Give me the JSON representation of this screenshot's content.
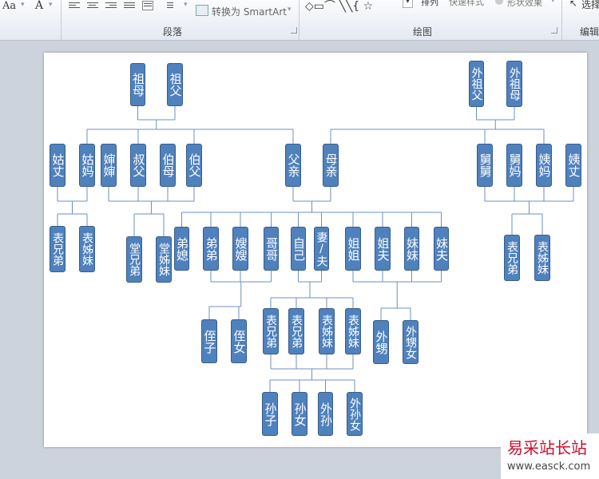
{
  "ribbon": {
    "font_size_label": "Aa",
    "font_color_label": "A",
    "convert_smartart_label": "转换为 SmartArt",
    "arrange_label": "排列",
    "quick_styles_label": "快速样式",
    "shape_effects_label": "形状效果",
    "select_label": "选择",
    "paragraph_group": "段落",
    "drawing_group": "绘图",
    "editing_group": "编辑"
  },
  "chart": {
    "boxes": [
      {
        "id": "zumu",
        "label": "祖母"
      },
      {
        "id": "zufu",
        "label": "祖父"
      },
      {
        "id": "waizufu",
        "label": "外祖父"
      },
      {
        "id": "waizumu",
        "label": "外祖母"
      },
      {
        "id": "guzhang",
        "label": "姑丈"
      },
      {
        "id": "gumu",
        "label": "姑妈"
      },
      {
        "id": "shenshen",
        "label": "婶婶"
      },
      {
        "id": "shufu",
        "label": "叔父"
      },
      {
        "id": "bomu",
        "label": "伯母"
      },
      {
        "id": "bofu",
        "label": "伯父"
      },
      {
        "id": "fuqin",
        "label": "父亲"
      },
      {
        "id": "muqin",
        "label": "母亲"
      },
      {
        "id": "jiujiu",
        "label": "舅舅"
      },
      {
        "id": "jiuma",
        "label": "舅妈"
      },
      {
        "id": "yima",
        "label": "姨妈"
      },
      {
        "id": "yizhang",
        "label": "姨丈"
      },
      {
        "id": "bxd1",
        "label": "表兄弟"
      },
      {
        "id": "bzm1",
        "label": "表姊妹"
      },
      {
        "id": "txd",
        "label": "堂兄弟"
      },
      {
        "id": "tzm",
        "label": "堂姊妹"
      },
      {
        "id": "dixi",
        "label": "弟媳"
      },
      {
        "id": "didi",
        "label": "弟弟"
      },
      {
        "id": "saosao",
        "label": "嫂嫂"
      },
      {
        "id": "gege",
        "label": "哥哥"
      },
      {
        "id": "ziji",
        "label": "自己"
      },
      {
        "id": "qifu",
        "label": "妻/夫"
      },
      {
        "id": "jiejie",
        "label": "姐姐"
      },
      {
        "id": "jiefu",
        "label": "姐夫"
      },
      {
        "id": "meimei",
        "label": "妹妹"
      },
      {
        "id": "meifu",
        "label": "妹夫"
      },
      {
        "id": "bxd2",
        "label": "表兄弟"
      },
      {
        "id": "bzm2",
        "label": "表姊妹"
      },
      {
        "id": "zhizi",
        "label": "侄子"
      },
      {
        "id": "zhinv",
        "label": "侄女"
      },
      {
        "id": "bxd3",
        "label": "表兄弟"
      },
      {
        "id": "bxd4",
        "label": "表兄弟"
      },
      {
        "id": "bzm3",
        "label": "表姊妹"
      },
      {
        "id": "bzm4",
        "label": "表姊妹"
      },
      {
        "id": "waisheng",
        "label": "外甥"
      },
      {
        "id": "waishengnv",
        "label": "外甥女"
      },
      {
        "id": "sunzi",
        "label": "孙子"
      },
      {
        "id": "sunnv",
        "label": "孙女"
      },
      {
        "id": "waisun",
        "label": "外孙"
      },
      {
        "id": "waisunnv",
        "label": "外孙女"
      }
    ]
  },
  "watermark": {
    "title": "易采站长站",
    "url": "www.easck.com"
  }
}
